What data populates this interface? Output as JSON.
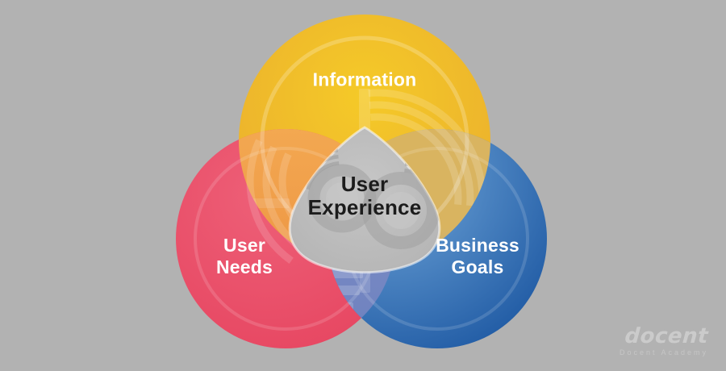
{
  "background_color": "#b2b2b2",
  "diagram": {
    "center_label": {
      "lines": [
        "User",
        "Experience"
      ]
    },
    "circles": [
      {
        "name": "information",
        "lines": [
          "Information"
        ]
      },
      {
        "name": "user-needs",
        "lines": [
          "User",
          "Needs"
        ]
      },
      {
        "name": "business-goals",
        "lines": [
          "Business",
          "Goals"
        ]
      }
    ],
    "colors": {
      "yellow_light": "#f5ca28",
      "yellow_deep": "#e9ab2e",
      "red_light": "#ee6078",
      "red_deep": "#e64560",
      "blue_light": "#74aadc",
      "blue_deep": "#1a55a0",
      "overlap_yellow_red_light": "#f3a851",
      "overlap_yellow_red_deep": "#ea8c3c",
      "overlap_yellow_blue_top": "#d9b460",
      "overlap_yellow_blue_bottom": "#8ea4d2",
      "overlap_red_blue_light": "#8495cd",
      "overlap_red_blue_deep": "#6d80bd",
      "center_gray_light": "#c6c6c6",
      "center_gray": "#b4b4b4",
      "label_text": "#ffffff",
      "center_text": "#1c1c1c"
    }
  },
  "watermark": {
    "logo": "docent",
    "subtitle": "Docent Academy",
    "color": "#cbcbcb"
  }
}
